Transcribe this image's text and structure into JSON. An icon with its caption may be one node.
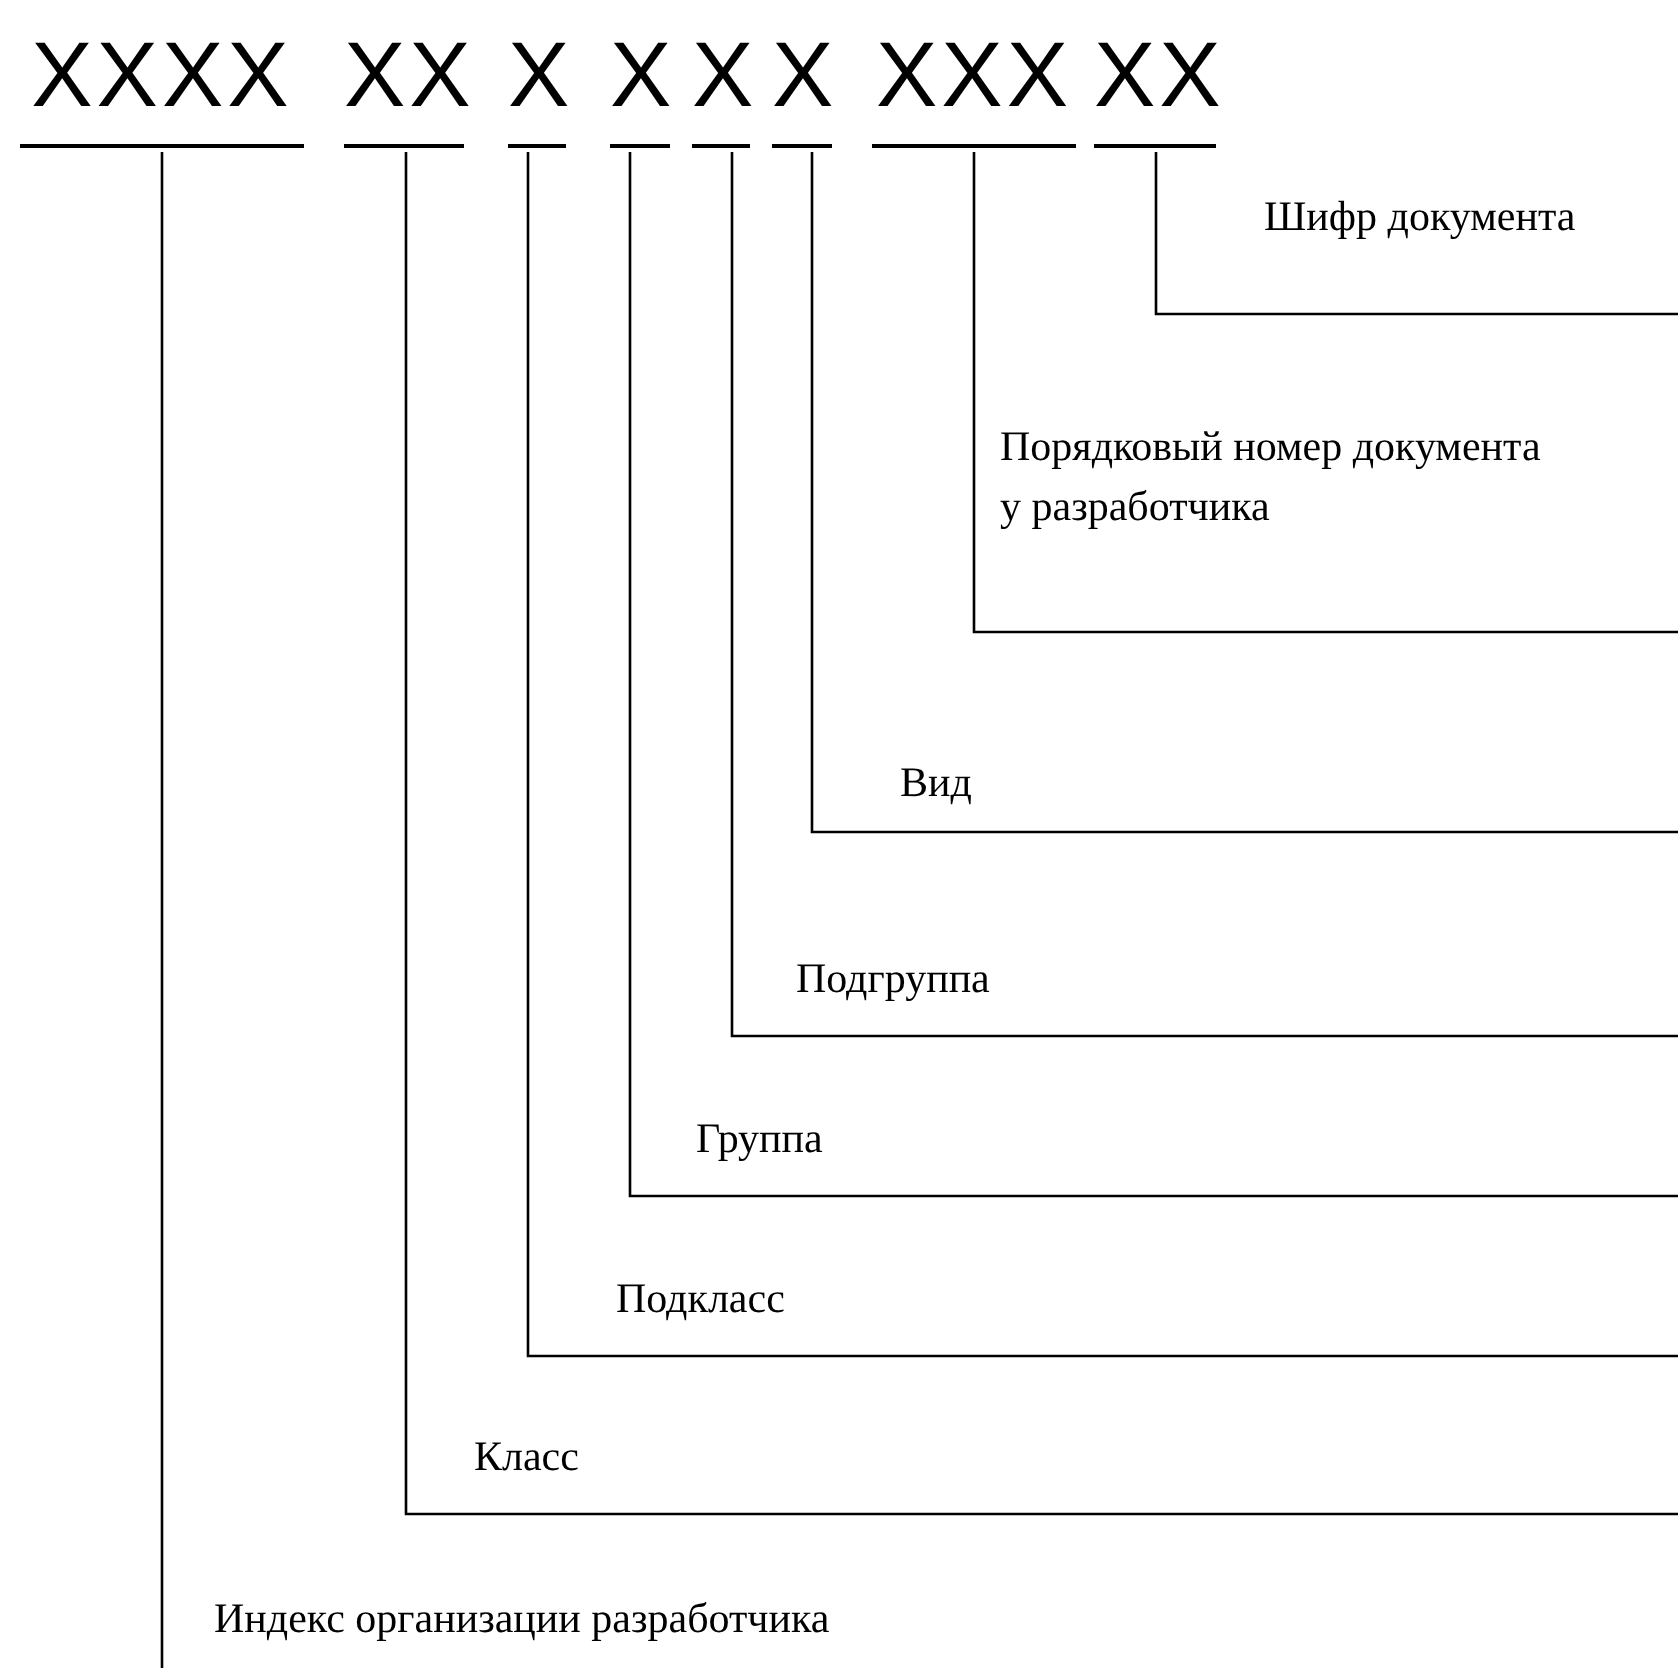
{
  "diagram": {
    "nodes": [
      {
        "text": [
          "XXXX"
        ]
      },
      {
        "text": [
          "XX"
        ]
      },
      {
        "text": [
          "X"
        ]
      },
      {
        "text": [
          "X"
        ]
      },
      {
        "text": [
          "X"
        ]
      },
      {
        "text": [
          "X"
        ]
      },
      {
        "text": [
          "XXX"
        ]
      },
      {
        "text": [
          "XX"
        ]
      },
      {
        "text": [
          "Шифр документа"
        ]
      },
      {
        "text": [
          "Порядковый номер документа у разработчика"
        ]
      },
      {
        "text": [
          "Вид"
        ]
      },
      {
        "text": [
          "Подгруппа"
        ]
      },
      {
        "text": [
          "Группа"
        ]
      },
      {
        "text": [
          "Подкласс"
        ]
      },
      {
        "text": [
          "Класс"
        ]
      },
      {
        "text": [
          "Индекс организации разработчика"
        ]
      }
    ],
    "edges": [
      {
        "from": 8,
        "to": 7,
        "arrow": "none"
      },
      {
        "from": 9,
        "to": 6,
        "arrow": "none"
      },
      {
        "from": 10,
        "to": 5,
        "arrow": "none"
      },
      {
        "from": 11,
        "to": 4,
        "arrow": "none"
      },
      {
        "from": 12,
        "to": 3,
        "arrow": "none"
      },
      {
        "from": 13,
        "to": 2,
        "arrow": "none"
      },
      {
        "from": 14,
        "to": 1,
        "arrow": "none"
      },
      {
        "from": 15,
        "to": 0,
        "arrow": "none"
      }
    ]
  }
}
